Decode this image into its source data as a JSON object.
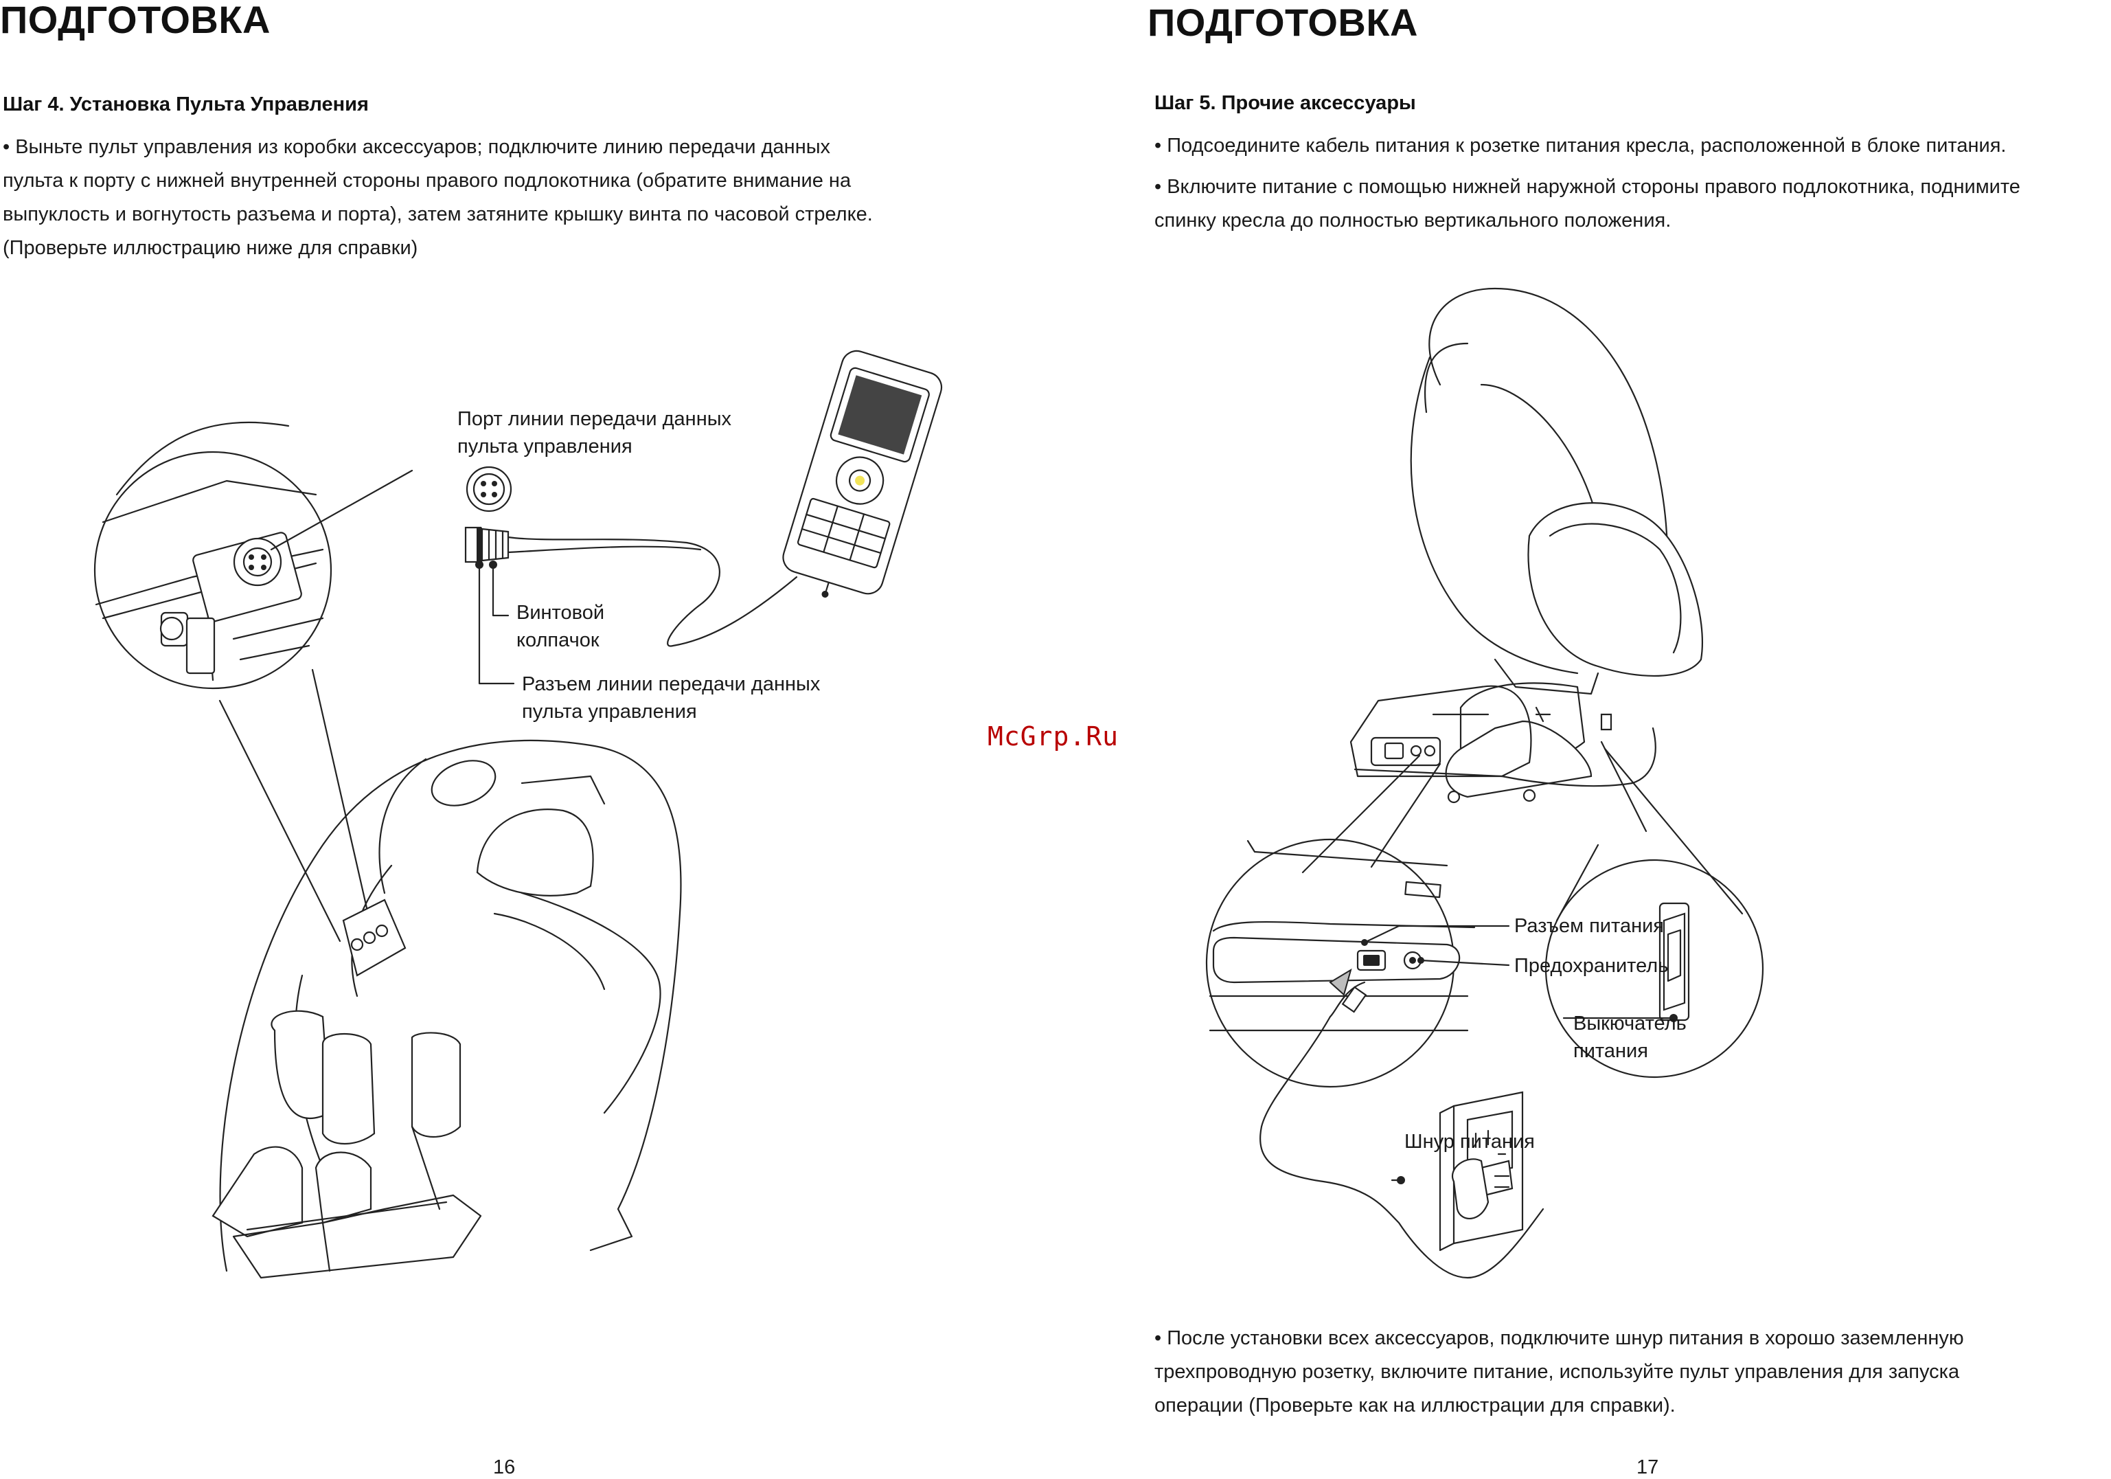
{
  "left_page": {
    "title": "ПОДГОТОВКА",
    "step_heading": "Шаг 4. Установка Пульта Управления",
    "paragraph_lines": [
      "• Выньте пульт управления из коробки аксессуаров; подключите линию передачи данных",
      "пульта к порту с нижней внутренней стороны правого подлокотника (обратите внимание на",
      "выпуклость и вогнутость разъема и порта), затем затяните крышку винта по часовой стрелке.",
      "(Проверьте иллюстрацию ниже для справки)"
    ],
    "labels": {
      "port_line1": "Порт линии передачи данных",
      "port_line2": "пульта управления",
      "screw_cap_line1": "Винтовой",
      "screw_cap_line2": "колпачок",
      "connector_line1": "Разъем линии передачи данных",
      "connector_line2": "пульта управления"
    },
    "page_number": "16"
  },
  "right_page": {
    "title": "ПОДГОТОВКА",
    "step_heading": "Шаг 5. Прочие аксессуары",
    "paragraph1": "• Подсоедините кабель питания к розетке питания кресла, расположенной в блоке питания.",
    "paragraph2_lines": [
      "• Включите питание с помощью нижней наружной стороны правого подлокотника, поднимите",
      "спинку кресла до полностью вертикального положения."
    ],
    "labels": {
      "power_socket": "Разъем питания",
      "fuse": "Предохранитель",
      "switch_line1": "Выкючатель",
      "switch_line2": "питания",
      "power_cord": "Шнур питания"
    },
    "footer_lines": [
      "• После установки всех аксессуаров, подключите шнур питания в хорошо заземленную",
      "трехпроводную розетку, включите питание, используйте пульт управления для запуска",
      "операции (Проверьте как на иллюстрации для справки)."
    ],
    "page_number": "17"
  },
  "watermark": "McGrp.Ru",
  "icons": [
    "massage-chair-front-illustration",
    "remote-control-illustration",
    "connector-plug-illustration",
    "massage-chair-side-illustration",
    "power-socket-zoom-illustration",
    "power-switch-zoom-illustration",
    "wall-outlet-illustration"
  ]
}
